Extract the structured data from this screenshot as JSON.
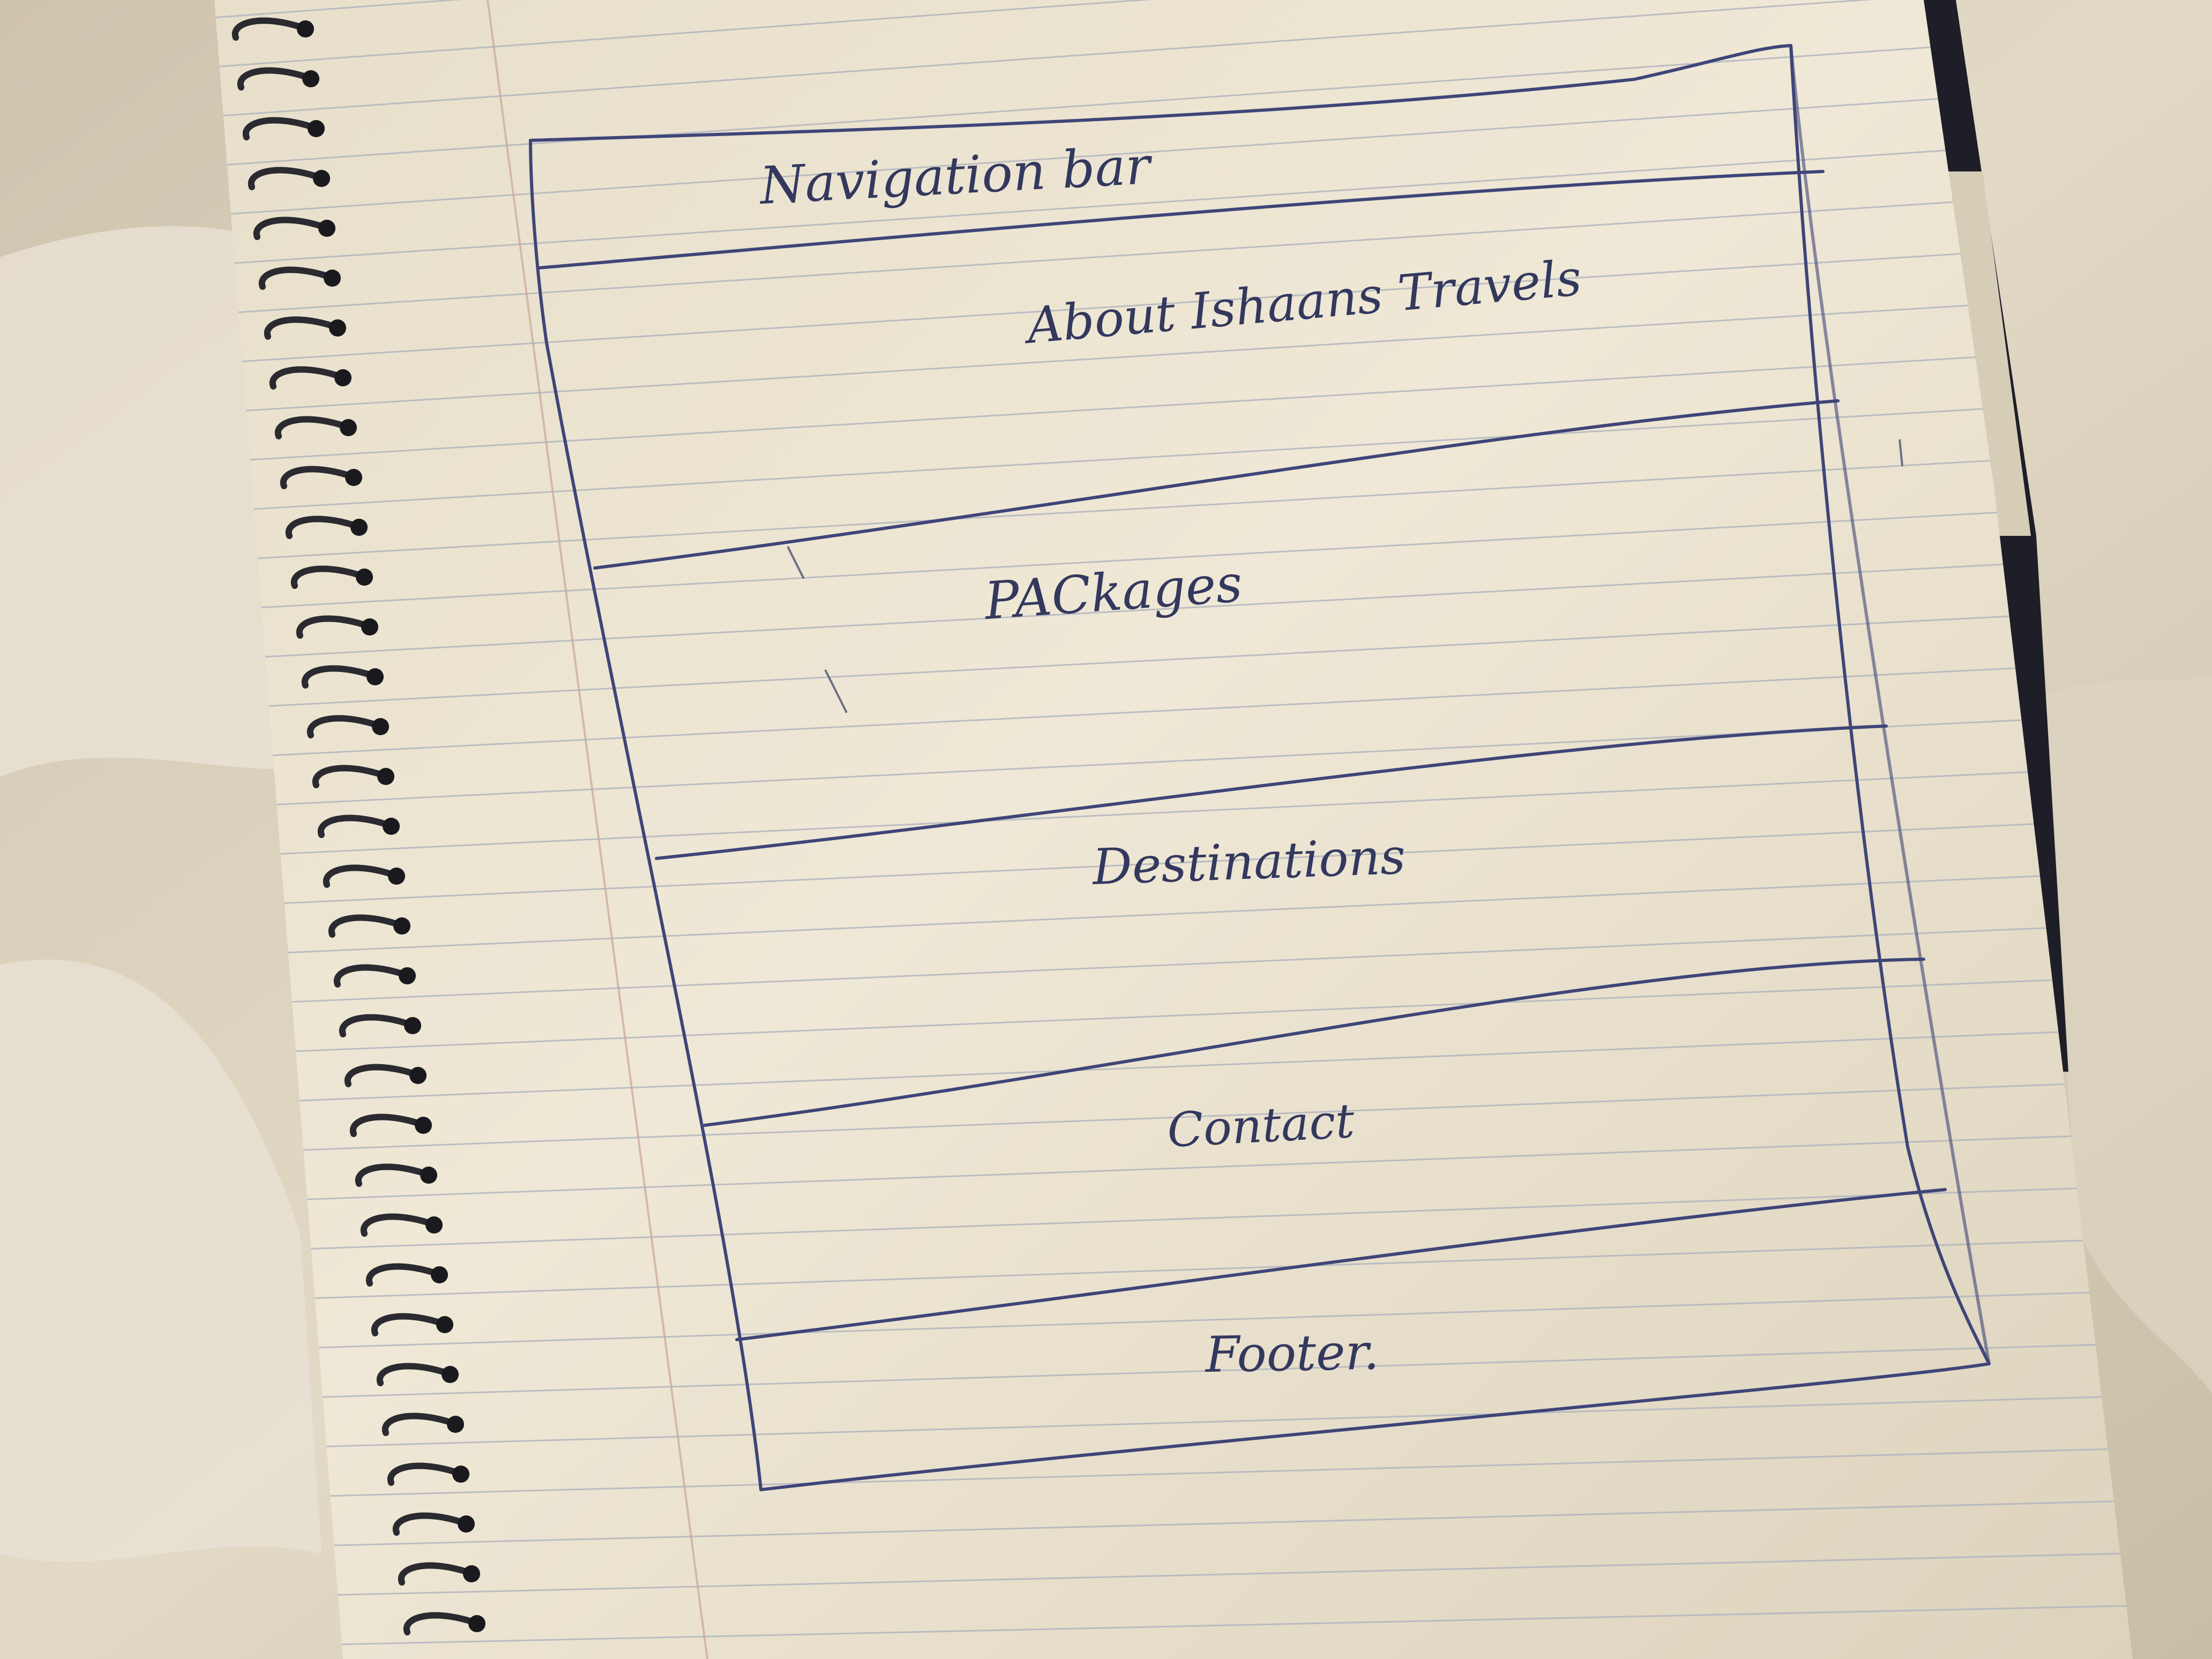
{
  "wireframe": {
    "sections": [
      {
        "id": "nav",
        "label": "Navigation bar"
      },
      {
        "id": "about",
        "label": "About Ishaans Travels"
      },
      {
        "id": "packages",
        "label": "PACkages"
      },
      {
        "id": "destinations",
        "label": "Destinations"
      },
      {
        "id": "contact",
        "label": "Contact"
      },
      {
        "id": "footer",
        "label": "Footer."
      }
    ]
  },
  "colors": {
    "ink": "#3f4578",
    "paper": "#ebe3d0",
    "background": "#d9cfbd",
    "ruled_lines": "#aab0bd",
    "margin_line": "#c9a59b"
  }
}
